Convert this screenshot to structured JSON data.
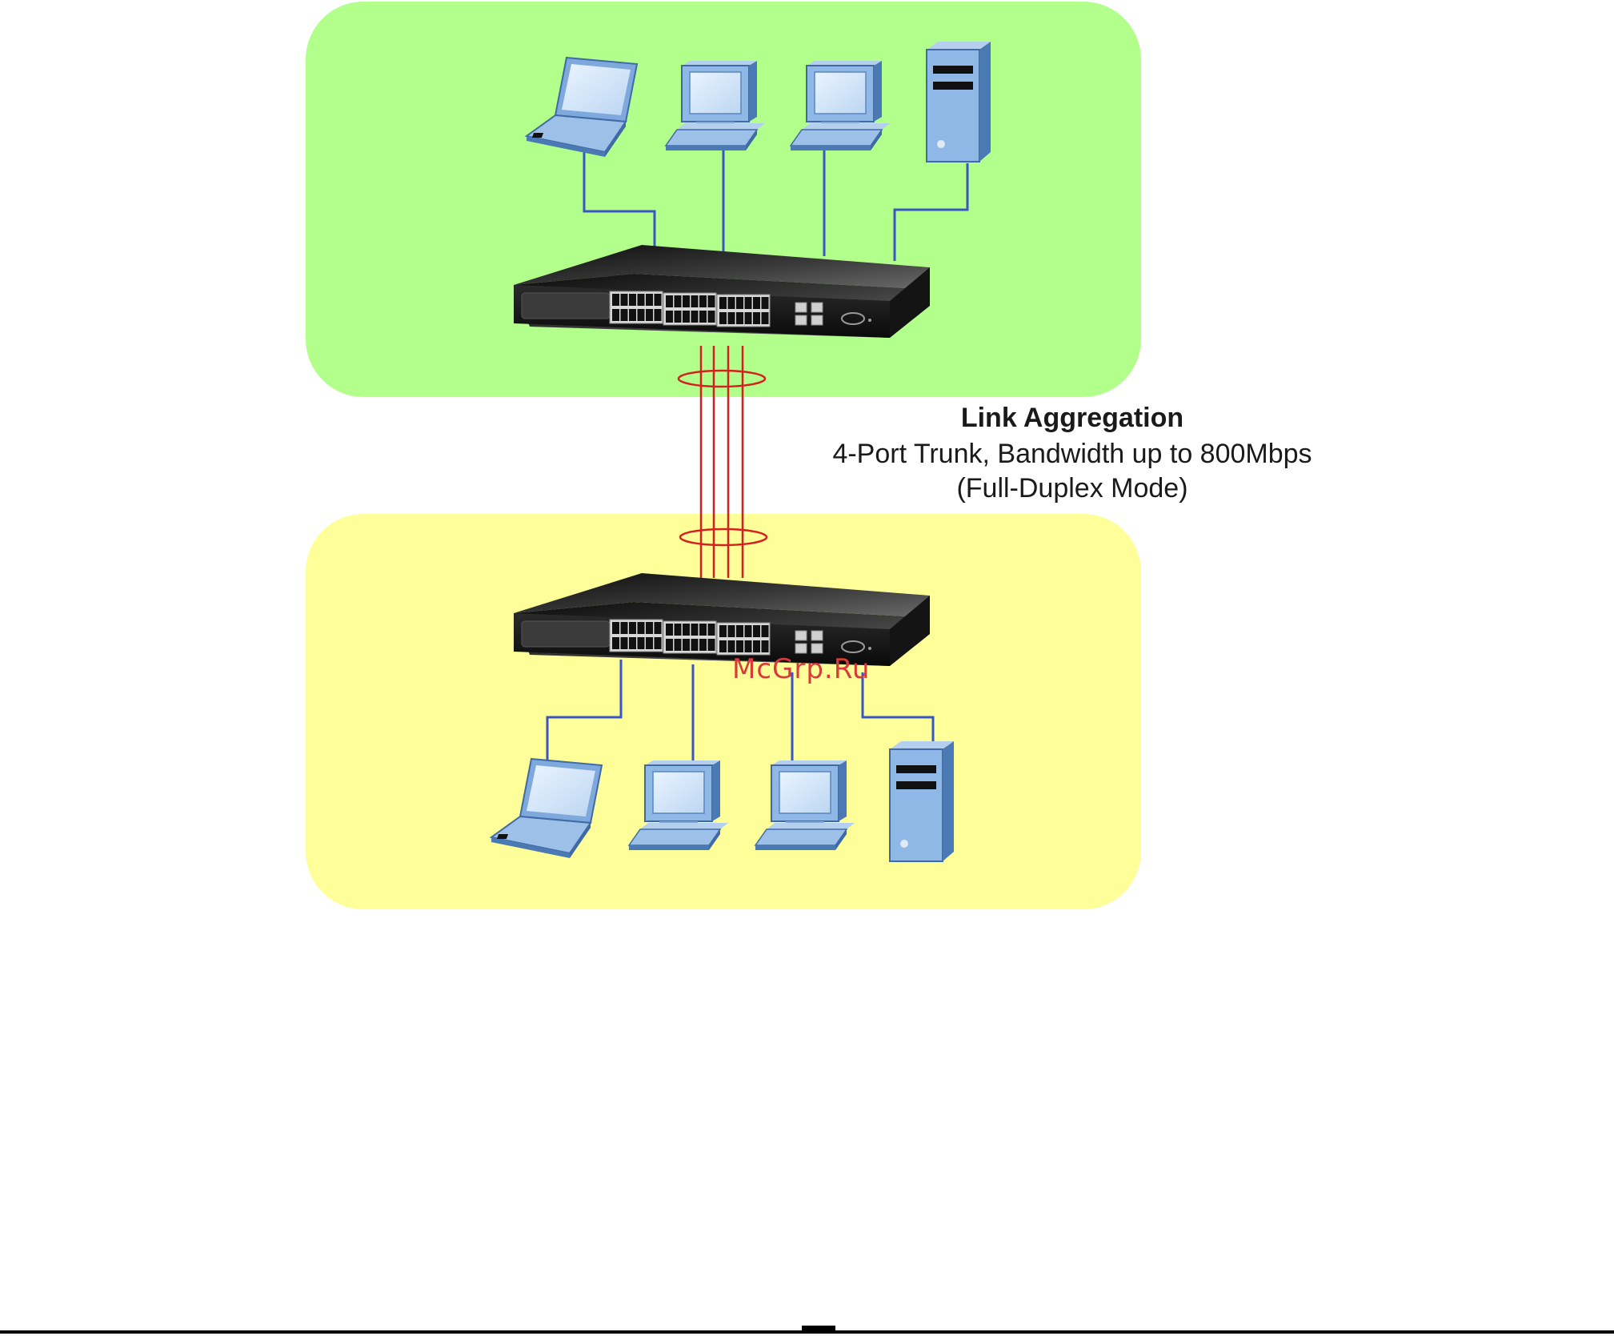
{
  "caption": {
    "title": "Link Aggregation",
    "line2": "4-Port Trunk, Bandwidth up to 800Mbps",
    "line3": "(Full-Duplex Mode)"
  },
  "watermark": "McGrp.Ru",
  "colors": {
    "top_zone": "#b2ff8c",
    "bottom_zone": "#ffff99",
    "device_blue": "#8fb8e6",
    "device_dark": "#4b79b4",
    "link_line": "#3a56c4",
    "trunk_line": "#d62020",
    "switch_body": "#1b1b1b"
  },
  "devices": {
    "top": [
      "laptop-icon",
      "desktop-icon",
      "desktop-icon",
      "server-tower-icon"
    ],
    "bottom": [
      "laptop-icon",
      "desktop-icon",
      "desktop-icon",
      "server-tower-icon"
    ]
  },
  "trunk_links": 4
}
